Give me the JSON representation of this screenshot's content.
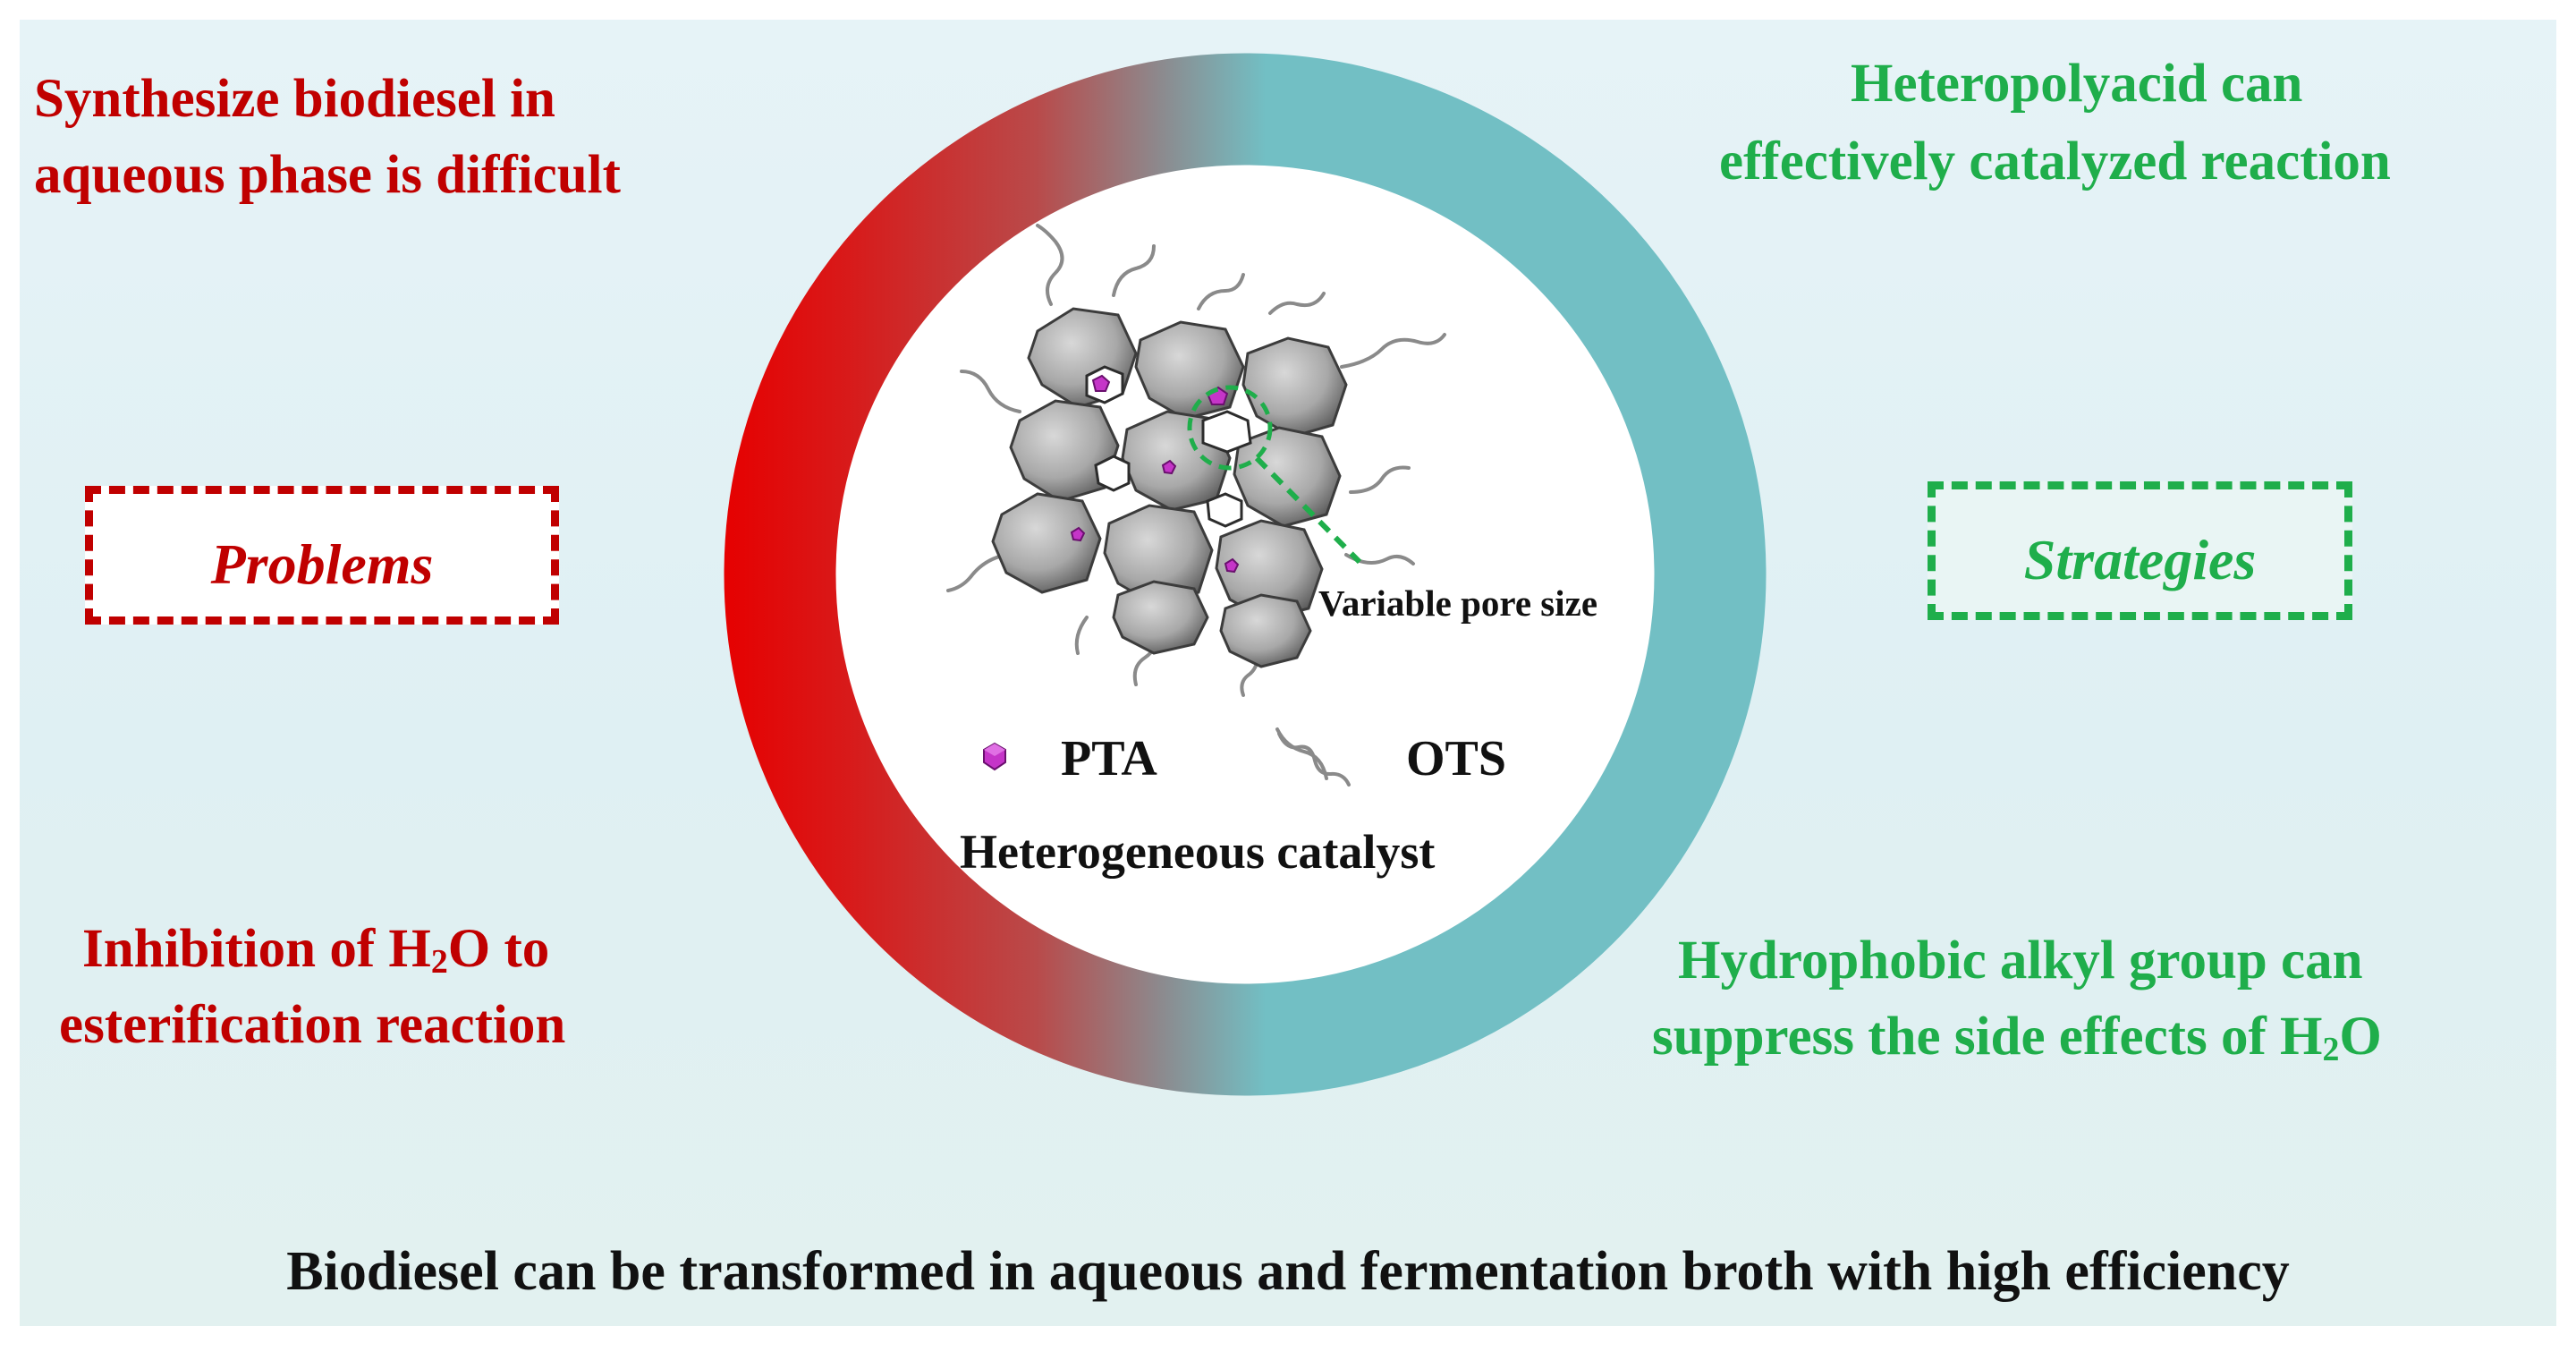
{
  "problems": {
    "title": "Problems",
    "items": [
      [
        "Synthesize biodiesel in",
        "aqueous phase is difficult"
      ],
      [
        "Inhibition of H",
        "O to",
        "esterification reaction"
      ]
    ]
  },
  "strategies": {
    "title": "Strategies",
    "items": [
      [
        "Heteropolyacid can",
        "effectively catalyzed reaction"
      ],
      [
        "Hydrophobic alkyl group can",
        "suppress the side effects of H",
        "O"
      ]
    ]
  },
  "center": {
    "pore_label": "Variable pore size",
    "legend_pta": "PTA",
    "legend_ots": "OTS",
    "catalyst_label": "Heterogeneous catalyst"
  },
  "subscript_2": "2",
  "conclusion": "Biodiesel can be transformed in aqueous and fermentation broth with high efficiency",
  "colors": {
    "problem_red": "#c00000",
    "strategy_green": "#1fae4b",
    "ring_red": "#e60000",
    "ring_teal": "#72bfc4",
    "pta_magenta": "#c535c8"
  }
}
